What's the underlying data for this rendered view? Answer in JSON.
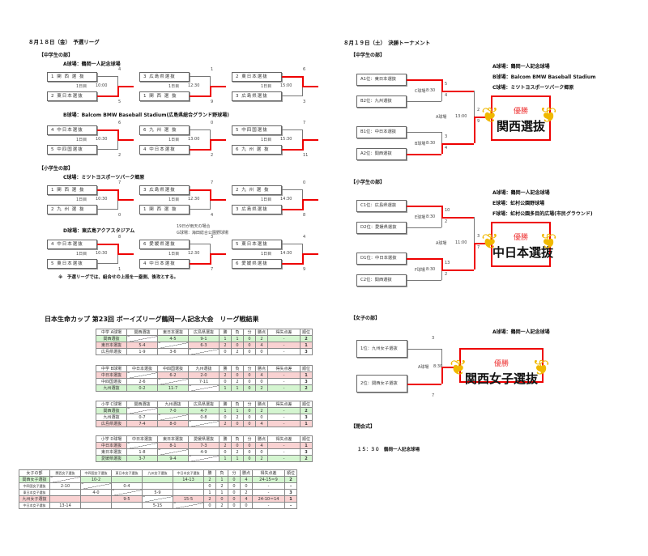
{
  "prelim": {
    "title": "８月１８日（金）　予選リーグ",
    "junior_label": "【中学生の部】",
    "elem_label": "【小学生の部】",
    "note": "※　予選リーグでは、組合せの上段を一塁側、後攻とする。",
    "rain_note1": "19日が雨天の場合",
    "rain_note2": "G球場：海田総合公園野球場",
    "fields": [
      {
        "venue": "A球場：鶴岡一人記念球場",
        "games": [
          {
            "top": "1 関 西 選 抜",
            "bottom": "2 東日本選抜",
            "day": "1日目",
            "time": "10:00",
            "s_top": "4",
            "s_bottom": "5",
            "winner": "bottom"
          },
          {
            "top": "3 広島県選抜",
            "bottom": "1 関 西 選 抜",
            "day": "1日目",
            "time": "12:30",
            "s_top": "1",
            "s_bottom": "9",
            "winner": "bottom"
          },
          {
            "top": "2 東日本選抜",
            "bottom": "3 広島県選抜",
            "day": "1日目",
            "time": "15:00",
            "s_top": "6",
            "s_bottom": "3",
            "winner": "top"
          }
        ]
      },
      {
        "venue": "B球場：Balcom BMW Baseball Stadium(広島県総合グランド野球場)",
        "games": [
          {
            "top": "4 中日本選抜",
            "bottom": "5 中四国選抜",
            "day": "1日目",
            "time": "10:30",
            "s_top": "6",
            "s_bottom": "2",
            "winner": "top"
          },
          {
            "top": "6 九 州 選 抜",
            "bottom": "4 中日本選抜",
            "day": "1日目",
            "time": "13:00",
            "s_top": "0",
            "s_bottom": "2",
            "winner": "bottom"
          },
          {
            "top": "5 中四国選抜",
            "bottom": "6 九 州 選 抜",
            "day": "1日目",
            "time": "15:30",
            "s_top": "7",
            "s_bottom": "11",
            "winner": "bottom"
          }
        ]
      },
      {
        "venue": "C球場：ミツトヨスポーツパーク郷原",
        "games": [
          {
            "top": "1 関 西 選 抜",
            "bottom": "2 九 州 選 抜",
            "day": "1日目",
            "time": "10:30",
            "s_top": "7",
            "s_bottom": "0",
            "winner": "top"
          },
          {
            "top": "3 広島県選抜",
            "bottom": "1 関 西 選 抜",
            "day": "1日目",
            "time": "12:30",
            "s_top": "7",
            "s_bottom": "4",
            "winner": "top"
          },
          {
            "top": "2 九 州 選 抜",
            "bottom": "3 広島県選抜",
            "day": "1日目",
            "time": "14:30",
            "s_top": "0",
            "s_bottom": "8",
            "winner": "bottom"
          }
        ]
      },
      {
        "venue": "D球場：東広島アクアスタジアム",
        "games": [
          {
            "top": "4 中日本選抜",
            "bottom": "5 東日本選抜",
            "day": "1日目",
            "time": "10:30",
            "s_top": "8",
            "s_bottom": "1",
            "winner": "top"
          },
          {
            "top": "6 愛媛県選抜",
            "bottom": "4 中日本選抜",
            "day": "1日目",
            "time": "12:30",
            "s_top": "3",
            "s_bottom": "7",
            "winner": "bottom"
          },
          {
            "top": "5 東日本選抜",
            "bottom": "6 愛媛県選抜",
            "day": "1日目",
            "time": "14:30",
            "s_top": "4",
            "s_bottom": "9",
            "winner": "bottom"
          }
        ]
      }
    ]
  },
  "final": {
    "title": "８月１９日（土）　決勝トーナメント",
    "junior": {
      "label": "【中学生の部】",
      "venues": [
        "A球場：鶴岡一人記念球場",
        "B球場：Balcom BMW Baseball Stadium",
        "C球場：ミツトヨスポーツパーク郷原"
      ],
      "teams": [
        "A1位：東日本選抜",
        "B2位：九州選抜",
        "B1位：中日本選抜",
        "A2位：関西選抜"
      ],
      "semi1": {
        "venue": "C球場",
        "time": "8:30",
        "s_top": "5",
        "s_bottom": "4"
      },
      "semi2": {
        "venue": "B球場",
        "time": "8:30",
        "s_top": "3",
        "s_bottom": "4"
      },
      "final": {
        "venue": "A球場",
        "time": "13:00",
        "s_top": "2",
        "s_bottom": "9"
      },
      "win_label": "優勝",
      "champion": "関西選抜"
    },
    "elem": {
      "label": "【小学生の部】",
      "venues": [
        "A球場：鶴岡一人記念球場",
        "E球場：虹村公園野球場",
        "F球場：虹村公園多目的広場(市民グラウンド)"
      ],
      "teams": [
        "C1位：広島県選抜",
        "D2位：愛媛県選抜",
        "D1位：中日本選抜",
        "C2位：関西選抜"
      ],
      "semi1": {
        "venue": "E球場",
        "time": "8:30",
        "s_top": "10",
        "s_bottom": "2"
      },
      "semi2": {
        "venue": "F球場",
        "time": "8:30",
        "s_top": "13",
        "s_bottom": "2"
      },
      "final": {
        "venue": "A球場",
        "time": "11:00",
        "s_top": "3",
        "s_bottom": "7"
      },
      "win_label": "優勝",
      "champion": "中日本選抜"
    },
    "women": {
      "label": "【女子の部】",
      "venue_note": "A球場：鶴岡一人記念球場",
      "teams": [
        "1位：九州女子選抜",
        "2位：関西女子選抜"
      ],
      "game": {
        "venue": "A球場",
        "time": "8:30",
        "s_top": "3",
        "s_bottom": "7"
      },
      "win_label": "優勝",
      "champion": "関西女子選抜"
    },
    "closing": {
      "label": "【閉会式】",
      "text": "１５：３０　鶴岡一人記念球場"
    }
  },
  "league": {
    "title": "日本生命カップ 第23回 ボーイズリーグ鶴岡一人記念大会　リーグ戦結果",
    "stat_headers": [
      "勝",
      "負",
      "分",
      "勝点",
      "得失点差",
      "順位"
    ],
    "tables": [
      {
        "corner": "中学 A球場",
        "cols": [
          "関西選抜",
          "東日本選抜",
          "広島県選抜"
        ],
        "rows": [
          {
            "team": "関西選抜",
            "cls": "g",
            "cells": [
              "",
              "4-5",
              "9-1"
            ],
            "stats": [
              "1",
              "1",
              "0",
              "2",
              "-",
              "2"
            ]
          },
          {
            "team": "東日本選抜",
            "cls": "r",
            "cells": [
              "5-4",
              "",
              "6-3"
            ],
            "stats": [
              "2",
              "0",
              "0",
              "4",
              "-",
              "1"
            ]
          },
          {
            "team": "広島県選抜",
            "cls": "",
            "cells": [
              "1-9",
              "3-6",
              ""
            ],
            "stats": [
              "0",
              "2",
              "0",
              "0",
              "-",
              "3"
            ]
          }
        ]
      },
      {
        "corner": "中学 B球場",
        "cols": [
          "中日本選抜",
          "中四国選抜",
          "九州選抜"
        ],
        "rows": [
          {
            "team": "中日本選抜",
            "cls": "r",
            "cells": [
              "",
              "6-2",
              "2-0"
            ],
            "stats": [
              "2",
              "0",
              "0",
              "4",
              "-",
              "1"
            ]
          },
          {
            "team": "中四国選抜",
            "cls": "",
            "cells": [
              "2-6",
              "",
              "7-11"
            ],
            "stats": [
              "0",
              "2",
              "0",
              "0",
              "-",
              "3"
            ]
          },
          {
            "team": "九州選抜",
            "cls": "g",
            "cells": [
              "0-2",
              "11-7",
              ""
            ],
            "stats": [
              "1",
              "1",
              "0",
              "2",
              "-",
              "2"
            ]
          }
        ]
      },
      {
        "corner": "小学 C球場",
        "cols": [
          "関西選抜",
          "九州選抜",
          "広島県選抜"
        ],
        "rows": [
          {
            "team": "関西選抜",
            "cls": "g",
            "cells": [
              "",
              "7-0",
              "4-7"
            ],
            "stats": [
              "1",
              "1",
              "0",
              "2",
              "-",
              "2"
            ]
          },
          {
            "team": "九州選抜",
            "cls": "",
            "cells": [
              "0-7",
              "",
              "0-8"
            ],
            "stats": [
              "0",
              "2",
              "0",
              "0",
              "-",
              "3"
            ]
          },
          {
            "team": "広島県選抜",
            "cls": "r",
            "cells": [
              "7-4",
              "8-0",
              ""
            ],
            "stats": [
              "2",
              "0",
              "0",
              "4",
              "-",
              "1"
            ]
          }
        ]
      },
      {
        "corner": "小学 D球場",
        "cols": [
          "中日本選抜",
          "東日本選抜",
          "愛媛県選抜"
        ],
        "rows": [
          {
            "team": "中日本選抜",
            "cls": "r",
            "cells": [
              "",
              "8-1",
              "7-3"
            ],
            "stats": [
              "2",
              "0",
              "0",
              "4",
              "-",
              "1"
            ]
          },
          {
            "team": "東日本選抜",
            "cls": "",
            "cells": [
              "1-8",
              "",
              "4-9"
            ],
            "stats": [
              "0",
              "2",
              "0",
              "0",
              "-",
              "3"
            ]
          },
          {
            "team": "愛媛県選抜",
            "cls": "g",
            "cells": [
              "3-7",
              "9-4",
              ""
            ],
            "stats": [
              "1",
              "1",
              "0",
              "2",
              "-",
              "2"
            ]
          }
        ]
      },
      {
        "corner": "女子の部",
        "cols": [
          "関西女子選抜",
          "中四国女子選抜",
          "東日本女子選抜",
          "九州女子選抜",
          "中日本女子選抜"
        ],
        "rows": [
          {
            "team": "関西女子選抜",
            "cls": "g",
            "cells": [
              "",
              "10-2",
              "",
              "",
              "14-13"
            ],
            "stats": [
              "2",
              "1",
              "0",
              "4",
              "24-15＝9",
              "2"
            ]
          },
          {
            "team": "中四国女子選抜",
            "cls": "",
            "cells": [
              "2-10",
              "",
              "0-4",
              "",
              ""
            ],
            "stats": [
              "0",
              "2",
              "0",
              "0",
              "-",
              "-"
            ]
          },
          {
            "team": "東日本女子選抜",
            "cls": "",
            "cells": [
              "",
              "4-0",
              "",
              "5-9",
              ""
            ],
            "stats": [
              "1",
              "1",
              "0",
              "2",
              "-",
              "3"
            ]
          },
          {
            "team": "九州女子選抜",
            "cls": "r",
            "cells": [
              "",
              "",
              "9-5",
              "",
              "15-5"
            ],
            "stats": [
              "2",
              "0",
              "0",
              "4",
              "24-10＝14",
              "1"
            ]
          },
          {
            "team": "中日本女子選抜",
            "cls": "",
            "cells": [
              "13-14",
              "",
              "",
              "5-15",
              ""
            ],
            "stats": [
              "0",
              "2",
              "0",
              "0",
              "-",
              "-"
            ]
          }
        ]
      }
    ]
  },
  "colors": {
    "accent": "#e00000",
    "win_green": "#d4f5d0",
    "win_red": "#f9d2d2",
    "gold": "#f0b800"
  }
}
